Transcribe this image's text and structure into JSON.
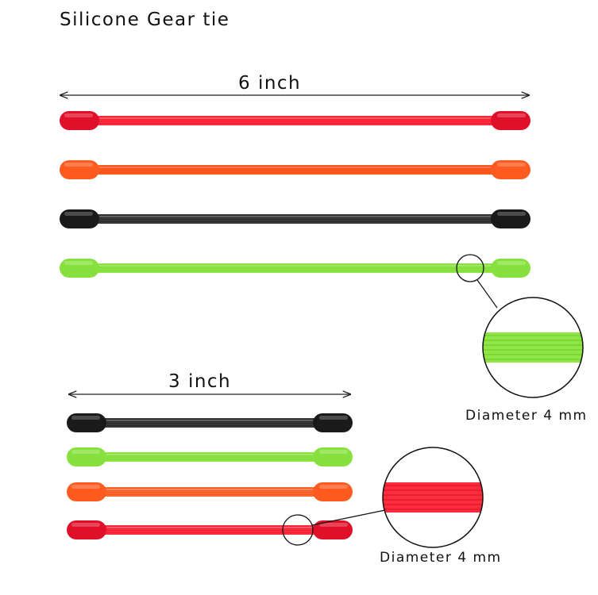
{
  "title": "Silicone Gear tie",
  "long_group": {
    "length_label": "6 inch",
    "ties": [
      {
        "color_name": "red",
        "body": "#ff2d3c",
        "cap": "#e0102a",
        "stripe": "#c8102a"
      },
      {
        "color_name": "orange",
        "body": "#ff5a1f",
        "cap": "#ff5a1f",
        "stripe": "#d8420f"
      },
      {
        "color_name": "black",
        "body": "#3a3a3a",
        "cap": "#1a1a1a",
        "stripe": "#111111"
      },
      {
        "color_name": "green",
        "body": "#8ee645",
        "cap": "#86e03d",
        "stripe": "#6cc42a"
      }
    ],
    "zoom_label": "Diameter 4 mm"
  },
  "short_group": {
    "length_label": "3 inch",
    "ties": [
      {
        "color_name": "black",
        "body": "#3a3a3a",
        "cap": "#1a1a1a",
        "stripe": "#111111"
      },
      {
        "color_name": "green",
        "body": "#8ee645",
        "cap": "#86e03d",
        "stripe": "#6cc42a"
      },
      {
        "color_name": "orange",
        "body": "#ff6a32",
        "cap": "#ff5a1f",
        "stripe": "#d8420f"
      },
      {
        "color_name": "red",
        "body": "#ff2d3c",
        "cap": "#e0102a",
        "stripe": "#c8102a"
      }
    ],
    "zoom_label": "Diameter 4 mm"
  }
}
